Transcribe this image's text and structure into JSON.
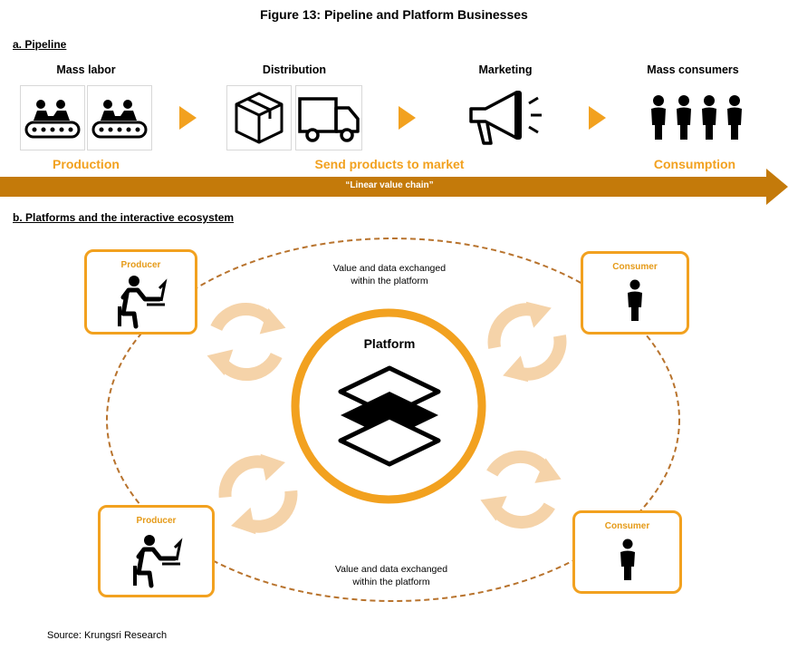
{
  "title": "Figure 13: Pipeline and Platform Businesses",
  "pipeline": {
    "heading": "a. Pipeline",
    "stages": [
      "Mass labor",
      "Distribution",
      "Marketing",
      "Mass consumers"
    ],
    "phases": [
      "Production",
      "Send products to market",
      "Consumption"
    ],
    "arrow_label": "“Linear value chain”"
  },
  "platform": {
    "heading": "b. Platforms and the interactive ecosystem",
    "center_label": "Platform",
    "exchange_top": [
      "Value and data exchanged",
      "within the platform"
    ],
    "exchange_bottom": [
      "Value and data exchanged",
      "within the platform"
    ],
    "nodes": {
      "producer_top": "Producer",
      "producer_bottom": "Producer",
      "consumer_top": "Consumer",
      "consumer_bottom": "Consumer"
    }
  },
  "source": "Source: Krungsri Research",
  "colors": {
    "accent": "#F2A11F",
    "arrow_bar": "#C47A0A",
    "cycle_arrows": "#F5D3A9"
  }
}
